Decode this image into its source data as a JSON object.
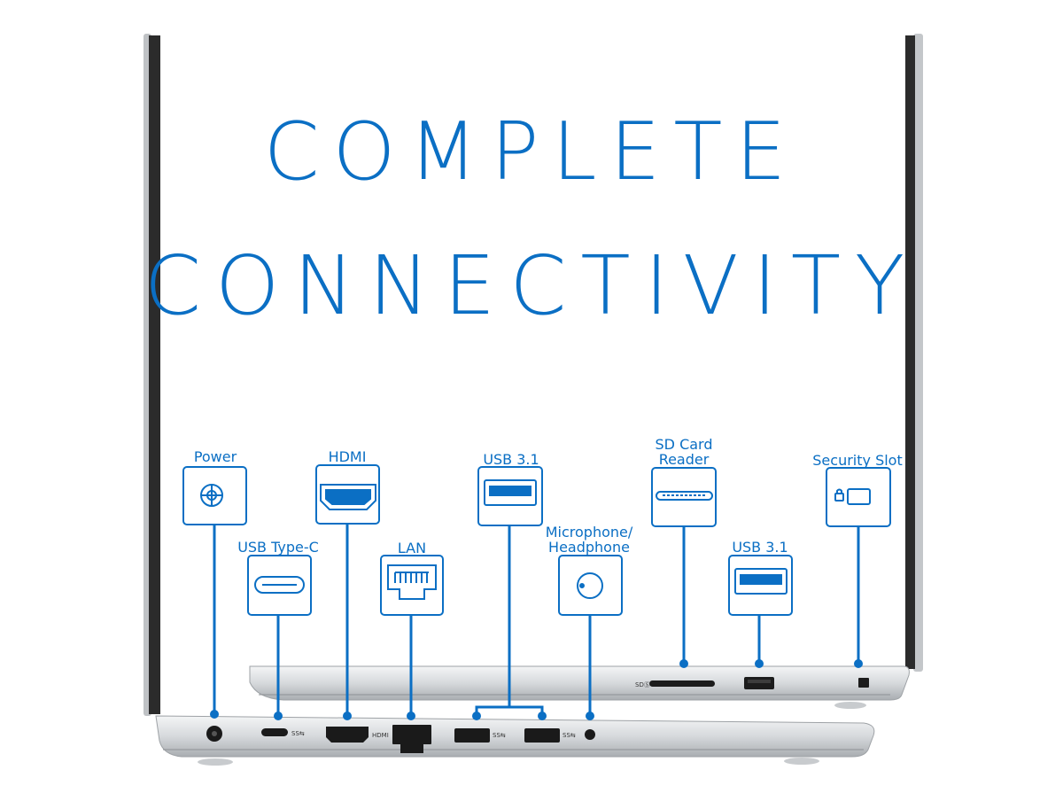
{
  "headline": {
    "line1": "COMPLETE",
    "line2": "CONNECTIVITY"
  },
  "colors": {
    "accent": "#0b6fc4",
    "laptop_silver": "#d9dcdf",
    "bezel": "#2a2a2a"
  },
  "ports": [
    {
      "id": "power",
      "label": "Power",
      "icon": "power-jack-icon"
    },
    {
      "id": "usb-type-c",
      "label": "USB Type-C",
      "icon": "usb-c-port-icon"
    },
    {
      "id": "hdmi",
      "label": "HDMI",
      "icon": "hdmi-port-icon"
    },
    {
      "id": "lan",
      "label": "LAN",
      "icon": "ethernet-port-icon"
    },
    {
      "id": "usb31-left",
      "label": "USB 3.1",
      "icon": "usb-a-port-icon"
    },
    {
      "id": "audio",
      "label": "Microphone/\nHeadphone",
      "icon": "audio-jack-icon"
    },
    {
      "id": "sd-card",
      "label": "SD Card\nReader",
      "icon": "sd-card-slot-icon"
    },
    {
      "id": "usb31-right",
      "label": "USB 3.1",
      "icon": "usb-a-port-icon"
    },
    {
      "id": "security-slot",
      "label": "Security Slot",
      "icon": "lock-slot-icon"
    }
  ],
  "chassis_markings": {
    "hdmi": "HDMI",
    "sd": "SDⓈ",
    "ss_usb": "SS⇆"
  }
}
